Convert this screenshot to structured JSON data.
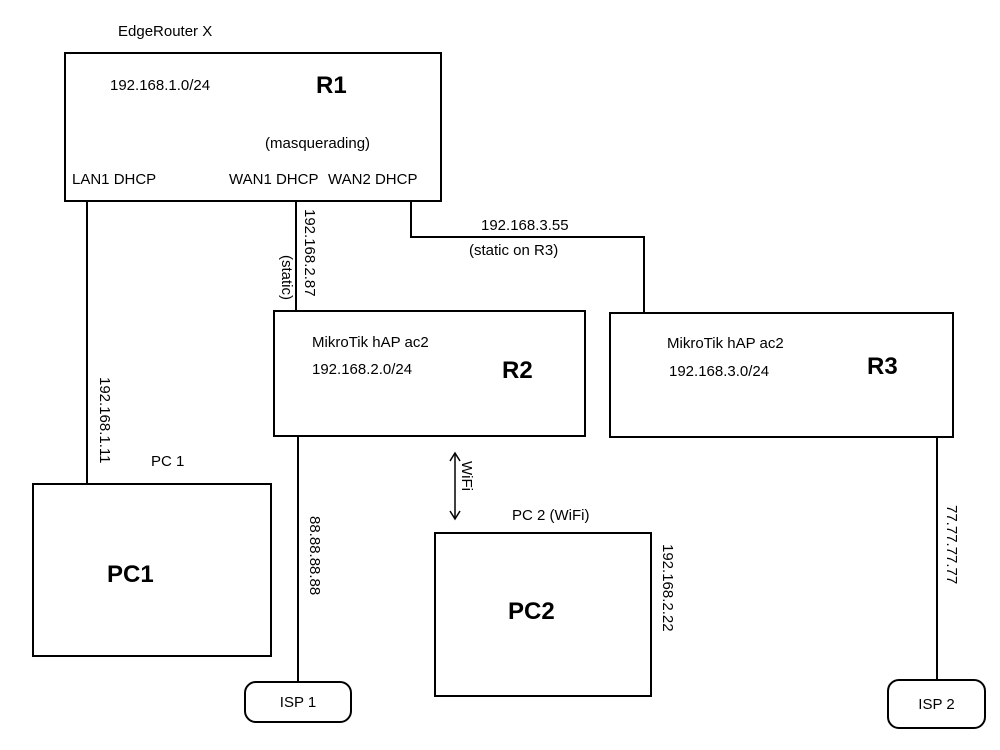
{
  "r1": {
    "device": "EdgeRouter X",
    "name": "R1",
    "subnet": "192.168.1.0/24",
    "note": "(masquerading)",
    "ports": {
      "lan1": "LAN1 DHCP",
      "wan1": "WAN1 DHCP",
      "wan2": "WAN2 DHCP"
    }
  },
  "r2": {
    "device": "MikroTik hAP ac2",
    "subnet": "192.168.2.0/24",
    "name": "R2"
  },
  "r3": {
    "device": "MikroTik hAP ac2",
    "subnet": "192.168.3.0/24",
    "name": "R3"
  },
  "pc1": {
    "caption": "PC 1",
    "name": "PC1",
    "ip": "192.168.1.11"
  },
  "pc2": {
    "caption": "PC 2 (WiFi)",
    "name": "PC2",
    "ip": "192.168.2.22",
    "link": "WiFi"
  },
  "links": {
    "r1_r2_ip": "192.168.2.87",
    "r1_r2_note": "(static)",
    "r1_r3_ip": "192.168.3.55",
    "r1_r3_note": "(static on R3)",
    "r2_isp1_ip": "88.88.88.88",
    "r3_isp2_ip": "77.77.77.77"
  },
  "isp1": {
    "label": "ISP 1"
  },
  "isp2": {
    "label": "ISP 2"
  }
}
